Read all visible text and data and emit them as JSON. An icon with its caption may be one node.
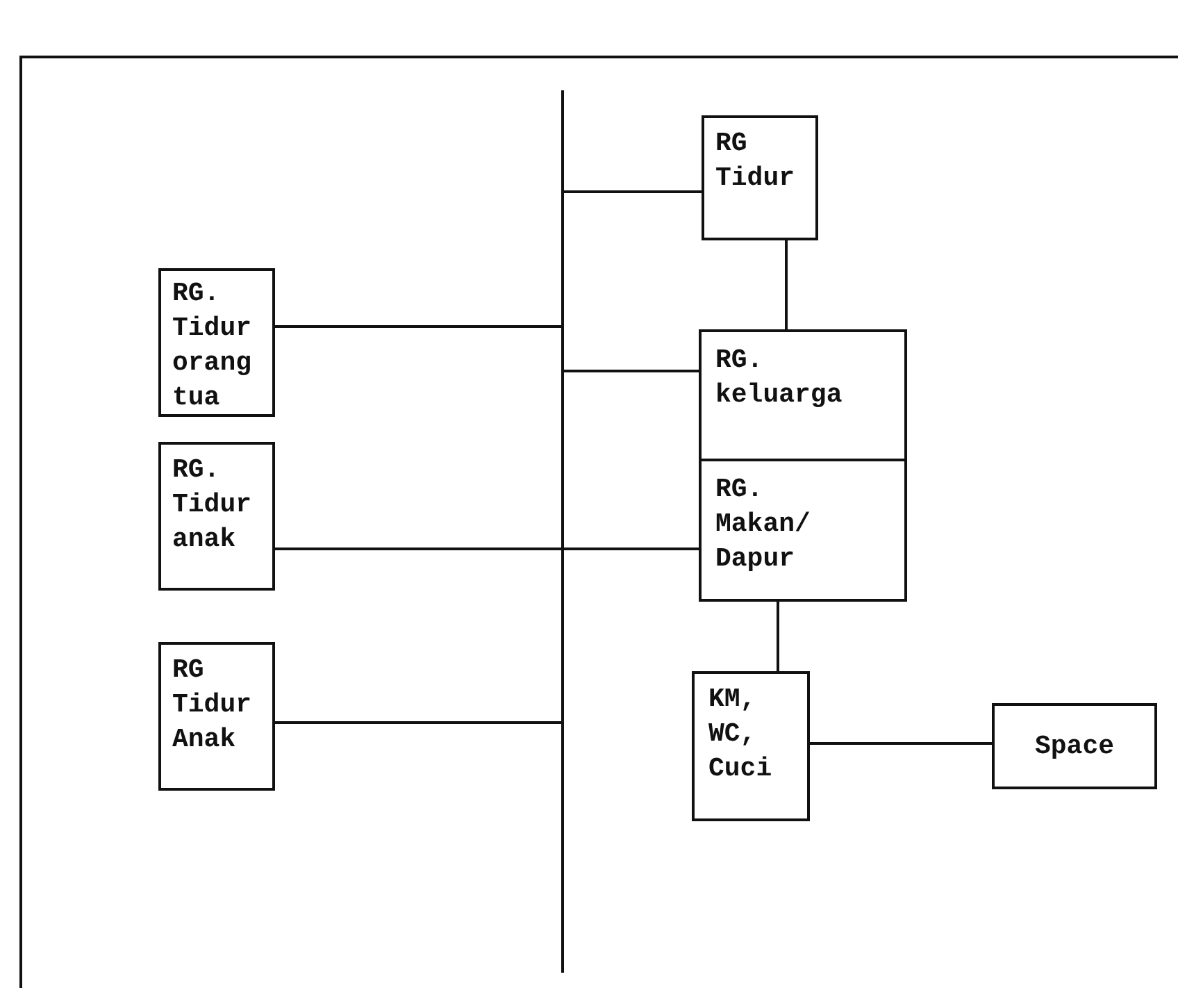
{
  "diagram": {
    "nodes": [
      {
        "text": [
          "RG Tidur"
        ]
      },
      {
        "text": [
          "RG. Tidur orang tua"
        ]
      },
      {
        "text": [
          "RG. keluarga"
        ]
      },
      {
        "text": [
          "RG. Tidur anak"
        ]
      },
      {
        "text": [
          "RG. Makan/ Dapur"
        ]
      },
      {
        "text": [
          "RG Tidur Anak"
        ]
      },
      {
        "text": [
          "KM, WC, Cuci"
        ]
      },
      {
        "text": [
          "Space"
        ]
      },
      {
        "text": [],
        "shape": "bar"
      }
    ],
    "edges": [
      {
        "from": 8,
        "to": 0,
        "arrow": "none"
      },
      {
        "from": 0,
        "to": 2,
        "arrow": "none"
      },
      {
        "from": 1,
        "to": 8,
        "arrow": "none"
      },
      {
        "from": 8,
        "to": 2,
        "arrow": "none"
      },
      {
        "from": 3,
        "to": 8,
        "arrow": "none"
      },
      {
        "from": 8,
        "to": 4,
        "arrow": "none"
      },
      {
        "from": 5,
        "to": 8,
        "arrow": "none"
      },
      {
        "from": 4,
        "to": 6,
        "arrow": "none"
      },
      {
        "from": 6,
        "to": 7,
        "arrow": "none"
      }
    ]
  }
}
